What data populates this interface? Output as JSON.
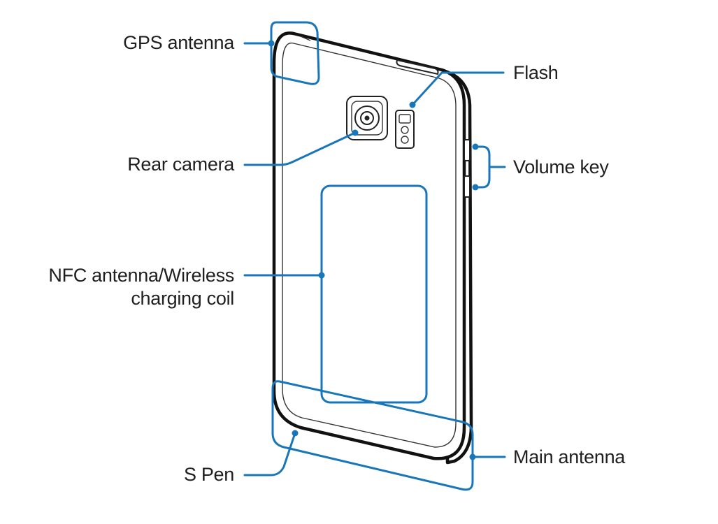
{
  "labels": {
    "gps_antenna": "GPS antenna",
    "flash": "Flash",
    "rear_camera": "Rear camera",
    "volume_key": "Volume key",
    "nfc_line1": "NFC antenna/Wireless",
    "nfc_line2": "charging coil",
    "s_pen": "S Pen",
    "main_antenna": "Main antenna"
  },
  "colors": {
    "callout": "#1976b8",
    "outline": "#111111",
    "text": "#1f1f1f"
  }
}
